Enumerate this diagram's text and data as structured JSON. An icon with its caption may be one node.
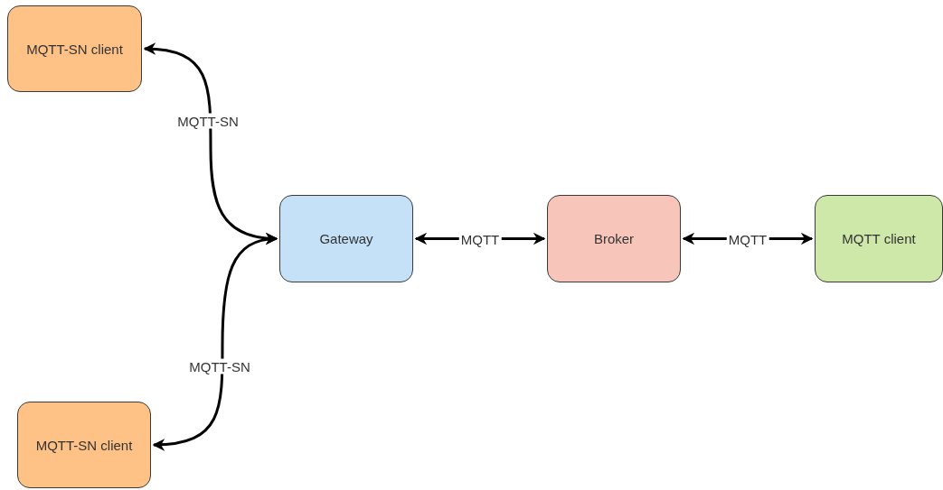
{
  "diagram": {
    "nodes": [
      {
        "text": [
          "MQTT-SN client"
        ]
      },
      {
        "text": [
          "Gateway"
        ]
      },
      {
        "text": [
          "Broker"
        ]
      },
      {
        "text": [
          "MQTT client"
        ]
      },
      {
        "text": [
          "MQTT-SN client"
        ]
      }
    ],
    "edges": [
      {
        "from": 0,
        "to": 1,
        "arrow": "both",
        "label": "MQTT-SN"
      },
      {
        "from": 1,
        "to": 2,
        "arrow": "both",
        "label": "MQTT"
      },
      {
        "from": 2,
        "to": 3,
        "arrow": "both",
        "label": "MQTT"
      },
      {
        "from": 4,
        "to": 1,
        "arrow": "both",
        "label": "MQTT-SN"
      }
    ]
  }
}
